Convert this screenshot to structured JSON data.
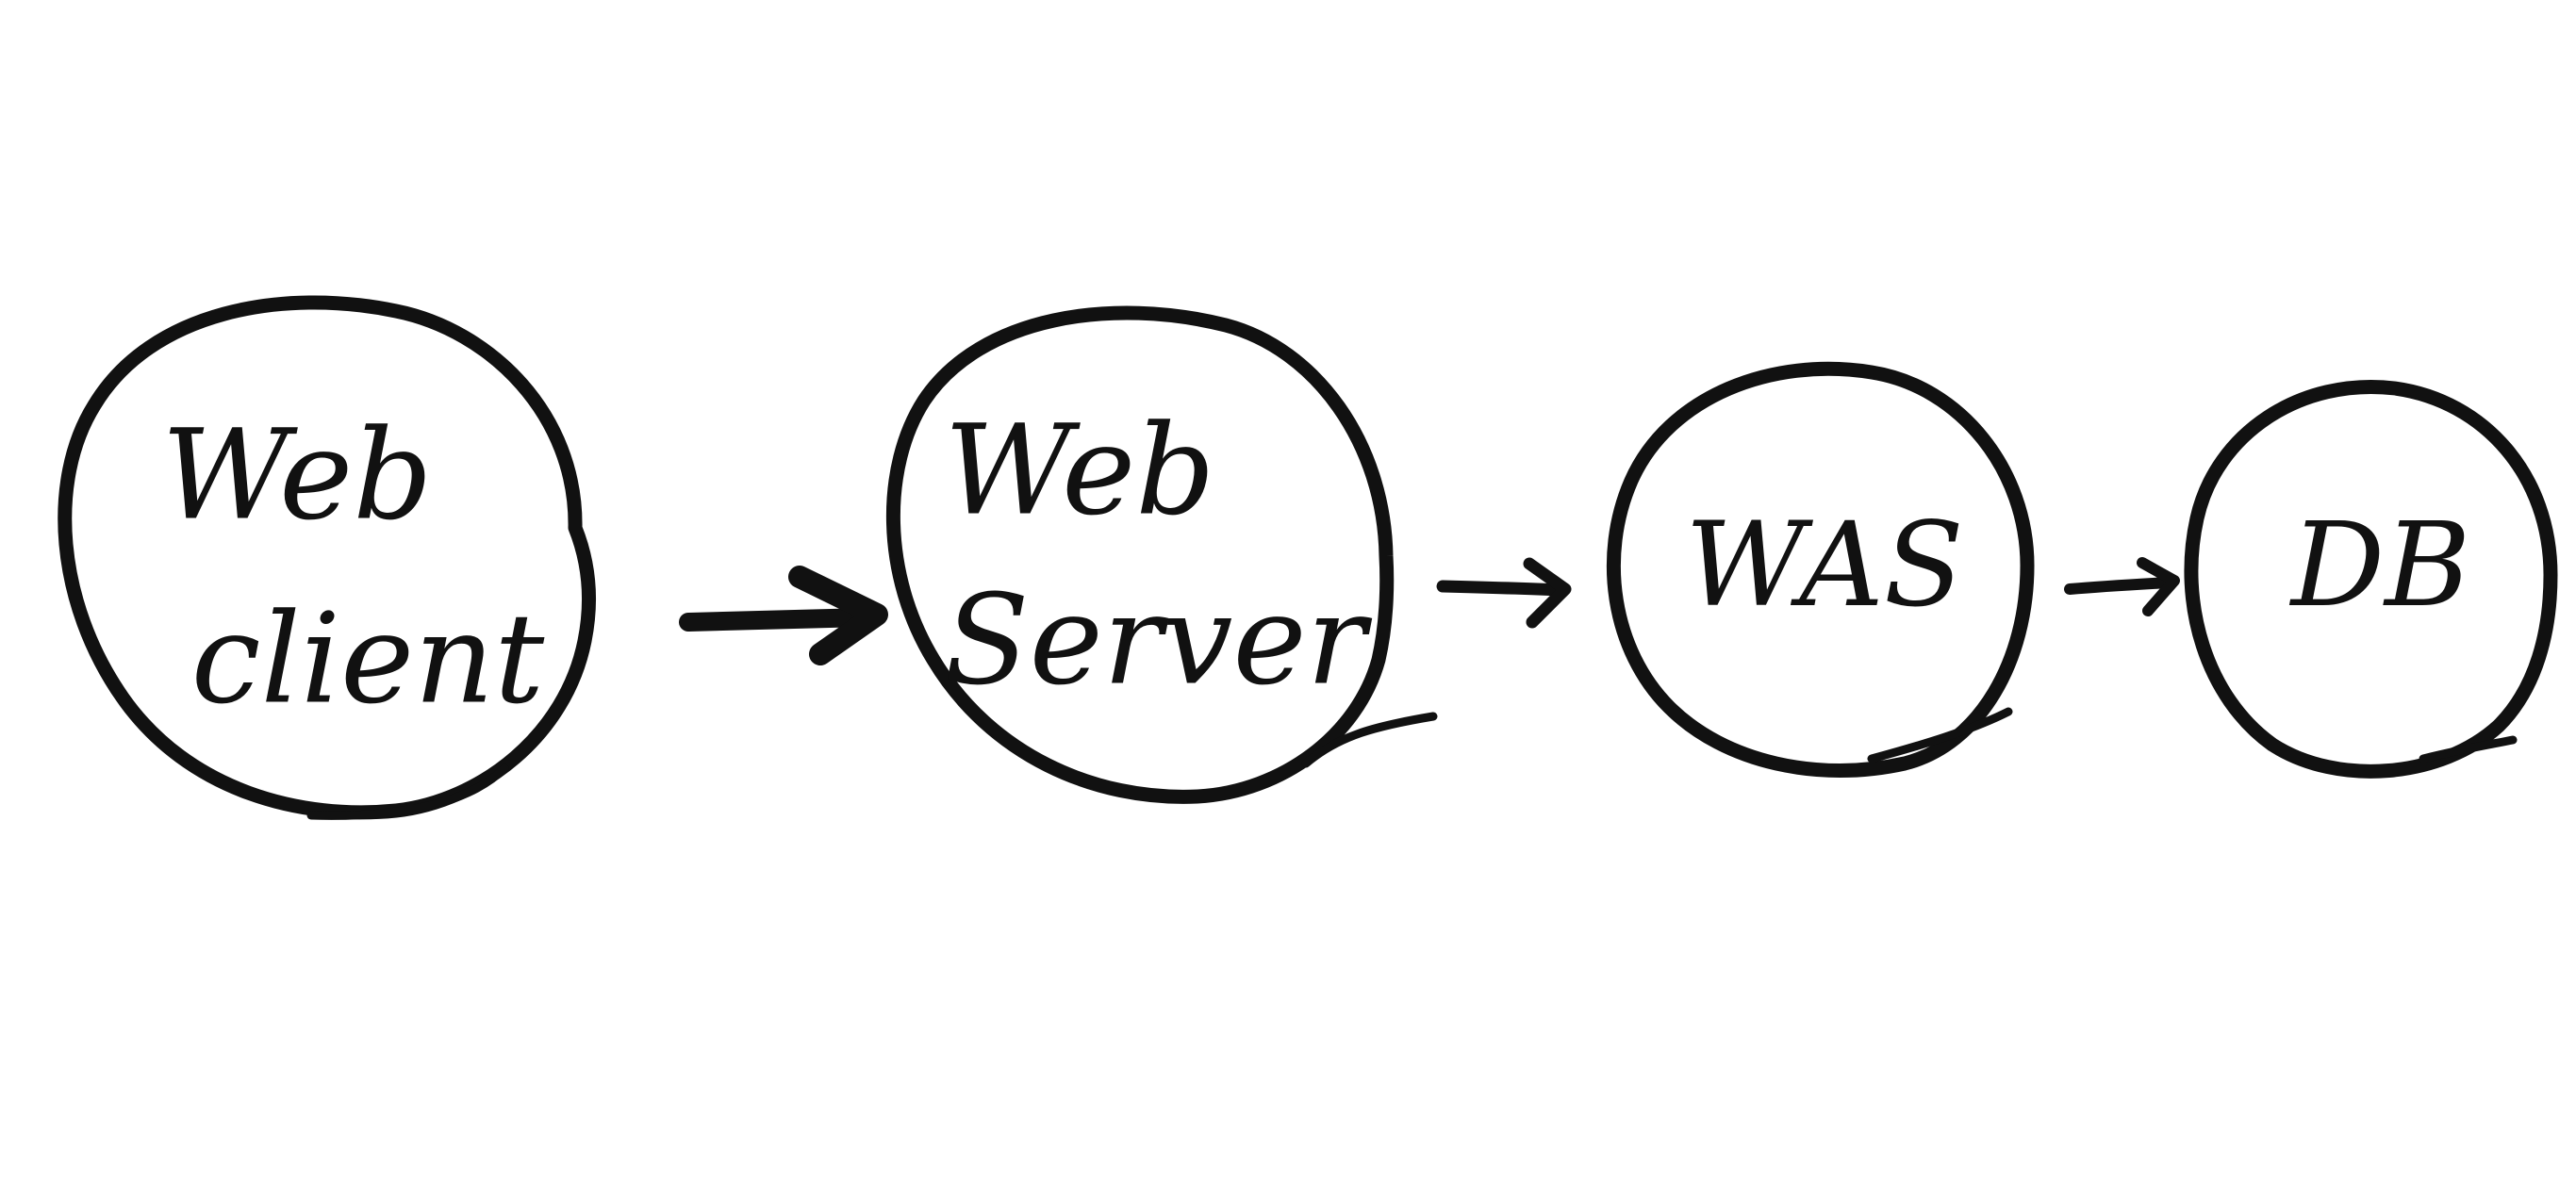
{
  "diagram": {
    "style": "hand-drawn",
    "stroke_color": "#111111",
    "background_color": "#ffffff",
    "nodes": [
      {
        "id": "web-client",
        "lines": [
          "Web",
          "client"
        ]
      },
      {
        "id": "web-server",
        "lines": [
          "Web",
          "Server"
        ]
      },
      {
        "id": "was",
        "lines": [
          "WAS"
        ]
      },
      {
        "id": "db",
        "lines": [
          "DB"
        ]
      }
    ],
    "edges": [
      {
        "from": "web-client",
        "to": "web-server"
      },
      {
        "from": "web-server",
        "to": "was"
      },
      {
        "from": "was",
        "to": "db"
      }
    ]
  }
}
